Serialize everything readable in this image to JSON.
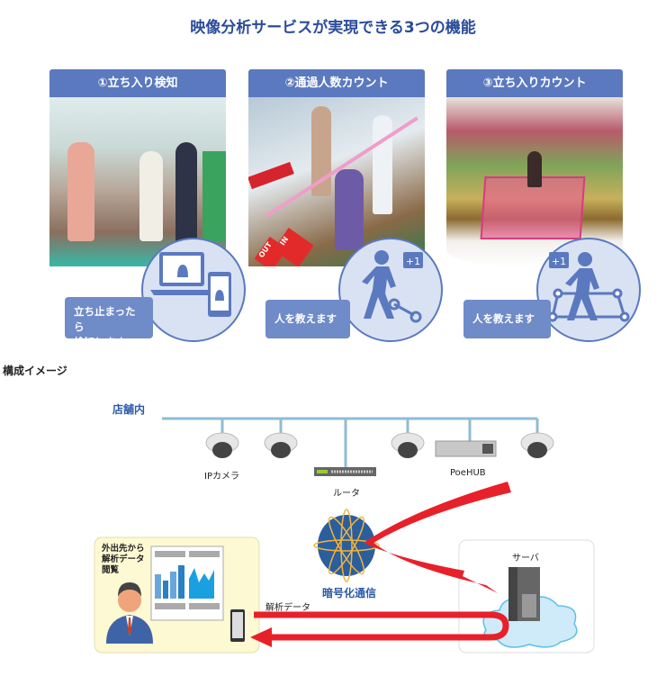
{
  "title": "映像分析サービスが実現できる3つの機能",
  "panels": [
    {
      "header": "①立ち入り検知",
      "callout": "立ち止まったら\n検知します",
      "callout_line1": "立ち止まったら",
      "callout_line2": "検知します",
      "icon": "laptop-phone-bell-icon"
    },
    {
      "header": "②通過人数カウント",
      "callout": "人を教えます",
      "badge": "+1",
      "in_label": "IN",
      "out_label": "OUT",
      "icon": "walking-person-line-icon"
    },
    {
      "header": "③立ち入りカウント",
      "callout": "人を教えます",
      "badge": "+1",
      "icon": "walking-person-area-icon"
    }
  ],
  "diagram": {
    "heading": "構成イメージ",
    "store_label": "店舗内",
    "camera_label": "IPカメラ",
    "router_label": "ルータ",
    "hub_label": "PoeHUB",
    "encryption_label": "暗号化通信",
    "server_label": "サーバ",
    "data_label": "解析データ",
    "remote_line1": "外出先から",
    "remote_line2": "解析データ",
    "remote_line3": "閲覧",
    "colors": {
      "accent_blue": "#5b79bf",
      "title_blue": "#2b4b9b",
      "network_line": "#8fbcd4",
      "arrow_red": "#e8202a",
      "remote_bg": "#fdf9d3",
      "cloud": "#cfeaf8"
    }
  }
}
